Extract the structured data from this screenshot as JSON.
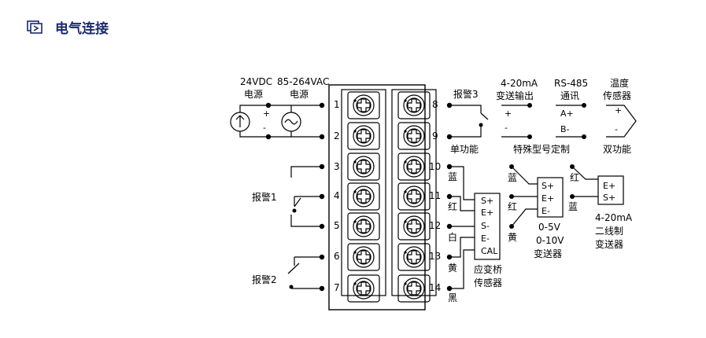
{
  "header": {
    "title": "电气连接",
    "accent": "#1a2a6c",
    "icon": "panel-arrow-icon"
  },
  "terminals": {
    "left": [
      "1",
      "2",
      "3",
      "4",
      "5",
      "6",
      "7"
    ],
    "right": [
      "8",
      "9",
      "10",
      "11",
      "12",
      "13",
      "14"
    ]
  },
  "power": {
    "dc_label": "24VDC",
    "dc_sub": "电源",
    "ac_label": "85-264VAC",
    "ac_sub": "电源",
    "plus": "+",
    "minus": "-"
  },
  "alarms": {
    "alarm1": "报警1",
    "alarm2": "报警2",
    "alarm3": "报警3"
  },
  "top_right": {
    "single_function": "单功能",
    "current_out_line1": "4-20mA",
    "current_out_line2": "变送输出",
    "plus": "+",
    "minus": "-",
    "rs485_line1": "RS-485",
    "rs485_line2": "通讯",
    "a_plus": "A+",
    "b_minus": "B-",
    "special": "特殊型号定制",
    "temp_line1": "温度",
    "temp_line2": "传感器",
    "dual_function": "双功能"
  },
  "bridge": {
    "wire_colors": [
      "蓝",
      "红",
      "白",
      "黄",
      "黑"
    ],
    "pins": [
      "S+",
      "E+",
      "S-",
      "E-",
      "CAL"
    ],
    "label_line1": "应变桥",
    "label_line2": "传感器"
  },
  "voltage_tx": {
    "wire_colors": [
      "蓝",
      "红",
      "黄"
    ],
    "pins": [
      "S+",
      "E+",
      "E-"
    ],
    "line1": "0-5V",
    "line2": "0-10V",
    "line3": "变送器"
  },
  "current_tx": {
    "wire_colors": [
      "红",
      "蓝"
    ],
    "pins": [
      "E+",
      "S+"
    ],
    "line1": "4-20mA",
    "line2": "二线制",
    "line3": "变送器"
  }
}
